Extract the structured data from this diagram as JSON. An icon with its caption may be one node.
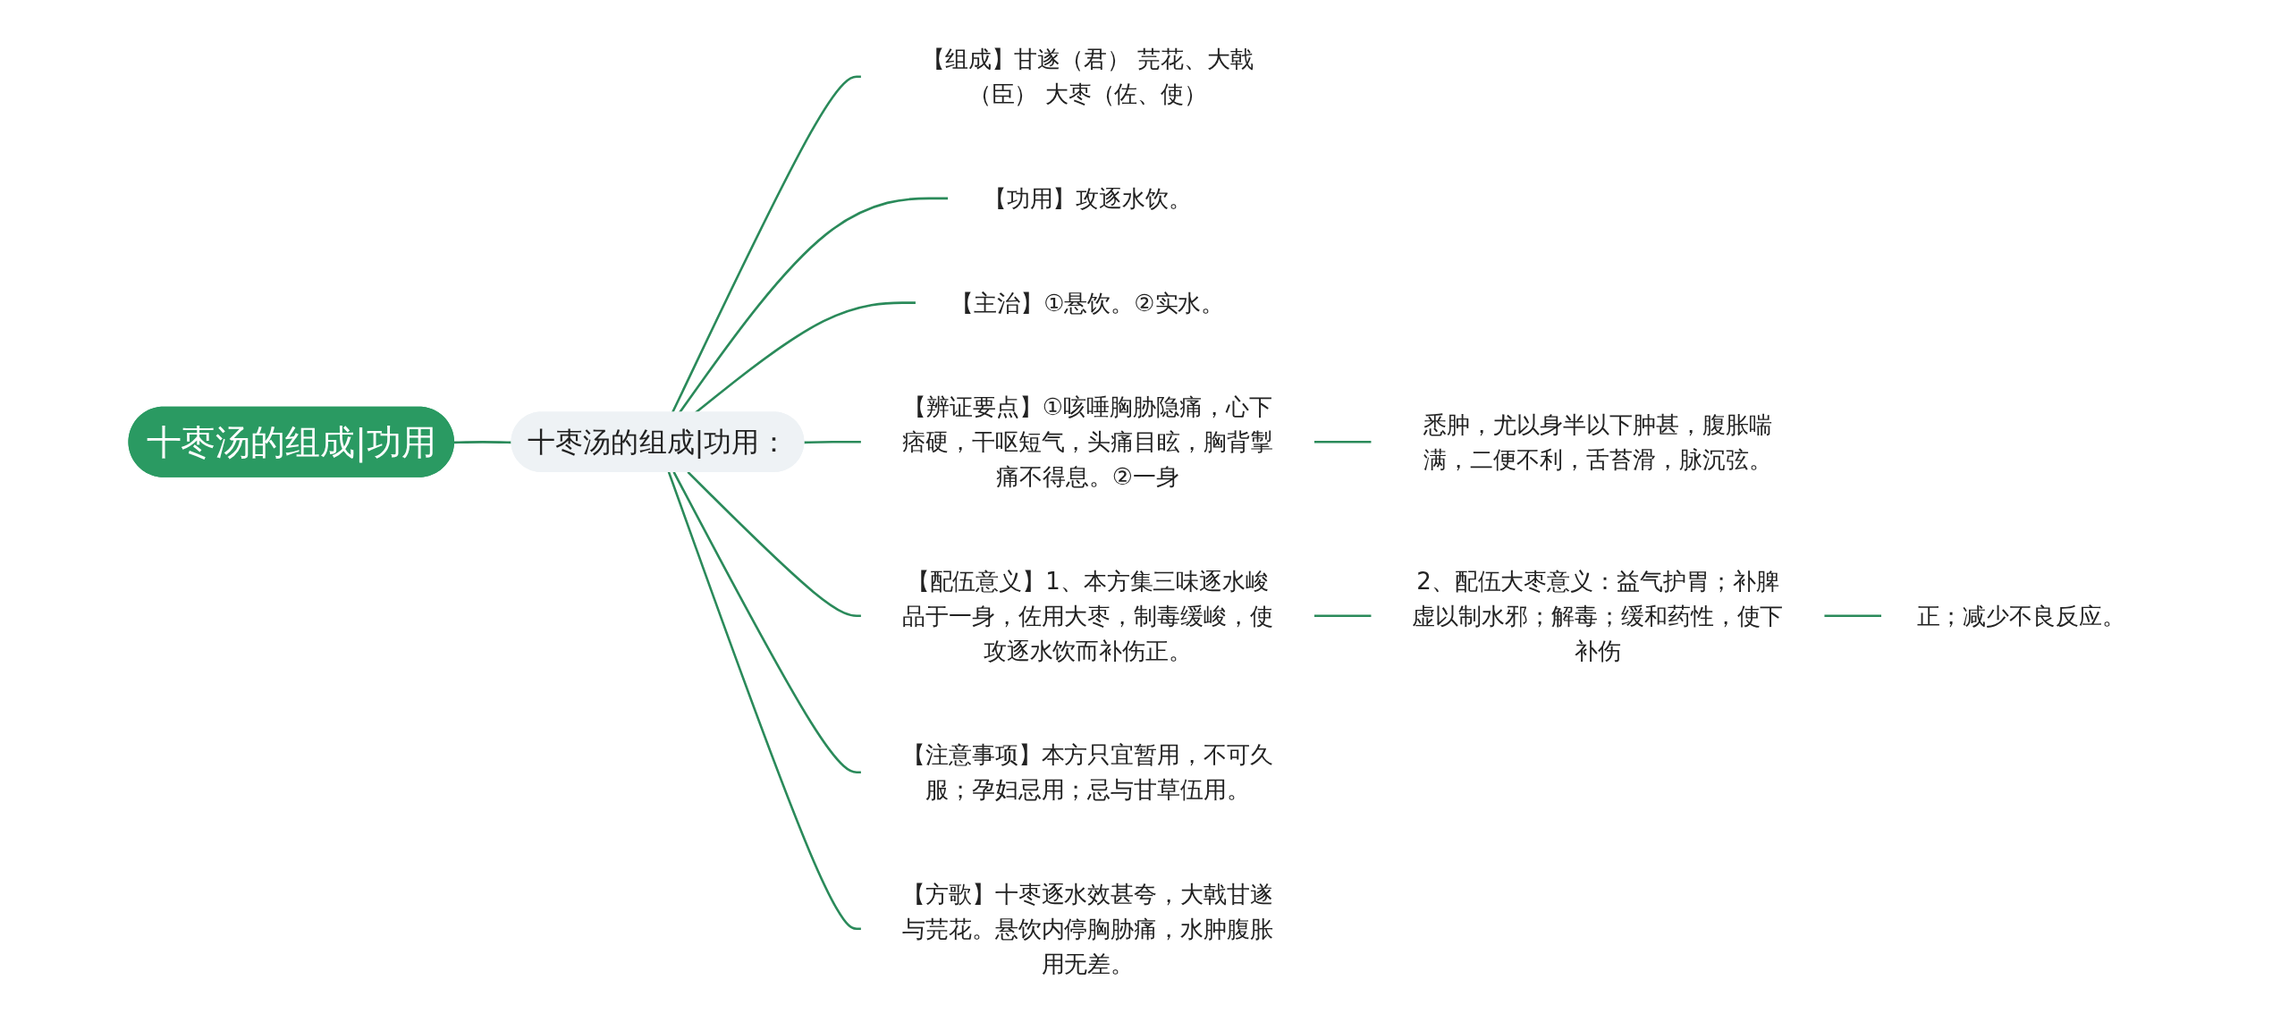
{
  "diagram": {
    "nodes": [
      {
        "text": [
          "十枣汤的组成|功用"
        ]
      },
      {
        "text": [
          "十枣汤的组成|功用："
        ]
      },
      {
        "text": [
          "【组成】甘遂（君） 芫花、大戟（臣） 大枣（佐、使）"
        ]
      },
      {
        "text": [
          "【功用】攻逐水饮。"
        ]
      },
      {
        "text": [
          "【主治】①悬饮。②实水。"
        ]
      },
      {
        "text": [
          "【辨证要点】①咳唾胸胁隐痛，心下痞硬，干呕短气，头痛目眩，胸背掣痛不得息。②一身"
        ]
      },
      {
        "text": [
          "【配伍意义】1、本方集三味逐水峻品于一身，佐用大枣，制毒缓峻，使攻逐水饮而补伤正。"
        ]
      },
      {
        "text": [
          "【注意事项】本方只宜暂用，不可久服；孕妇忌用；忌与甘草伍用。"
        ]
      },
      {
        "text": [
          "【方歌】十枣逐水效甚夸，大戟甘遂与芫花。悬饮内停胸胁痛，水肿腹胀用无差。"
        ]
      },
      {
        "text": [
          "悉肿，尤以身半以下肿甚，腹胀喘满，二便不利，舌苔滑，脉沉弦。"
        ]
      },
      {
        "text": [
          "2、配伍大枣意义：益气护胃；补脾虚以制水邪；解毒；缓和药性，使下补伤"
        ]
      },
      {
        "text": [
          "正；减少不良反应。"
        ]
      }
    ],
    "edges": [
      {
        "from": 0,
        "to": 1,
        "arrow": "none"
      },
      {
        "from": 1,
        "to": 2,
        "arrow": "none"
      },
      {
        "from": 1,
        "to": 3,
        "arrow": "none"
      },
      {
        "from": 1,
        "to": 4,
        "arrow": "none"
      },
      {
        "from": 1,
        "to": 5,
        "arrow": "none"
      },
      {
        "from": 1,
        "to": 6,
        "arrow": "none"
      },
      {
        "from": 1,
        "to": 7,
        "arrow": "none"
      },
      {
        "from": 1,
        "to": 8,
        "arrow": "none"
      },
      {
        "from": 5,
        "to": 9,
        "arrow": "none"
      },
      {
        "from": 6,
        "to": 10,
        "arrow": "none"
      },
      {
        "from": 10,
        "to": 11,
        "arrow": "none"
      }
    ]
  }
}
